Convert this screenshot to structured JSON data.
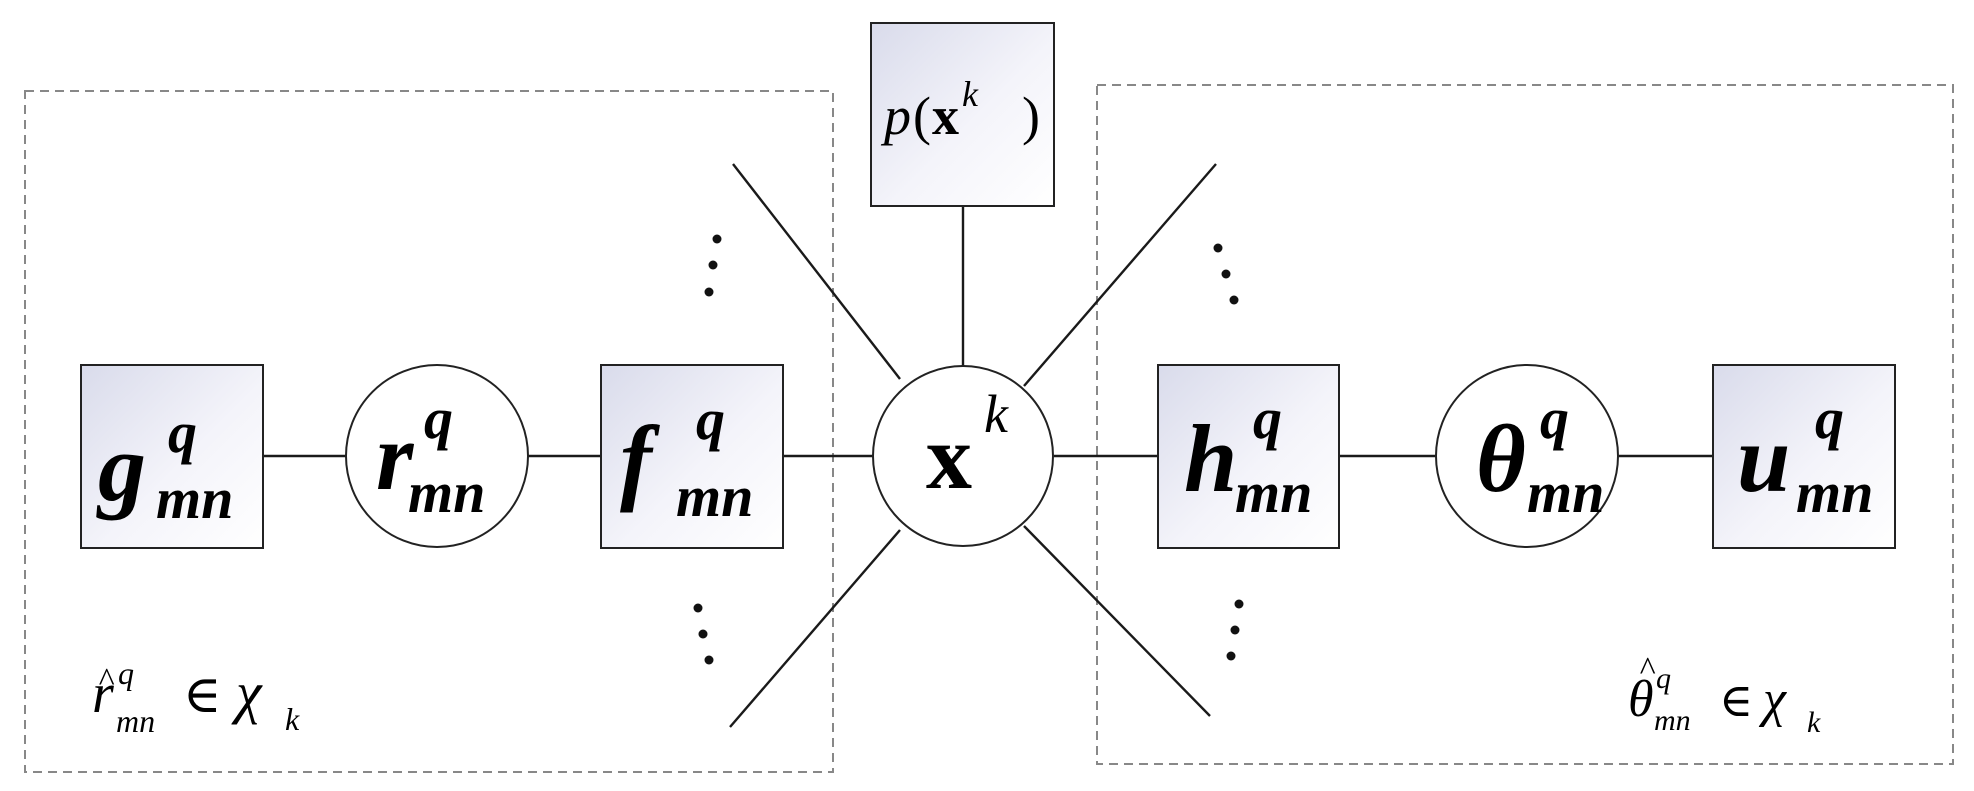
{
  "diagram": {
    "nodes": {
      "g": {
        "symbol": "g",
        "sup": "q",
        "sub": "mn"
      },
      "r": {
        "symbol": "r",
        "sup": "q",
        "sub": "mn"
      },
      "f": {
        "symbol": "f",
        "sup": "q",
        "sub": "mn"
      },
      "x": {
        "symbol": "x",
        "sup": "k"
      },
      "h": {
        "symbol": "h",
        "sup": "q",
        "sub": "mn"
      },
      "theta": {
        "symbol": "θ",
        "sup": "q",
        "sub": "mn"
      },
      "u": {
        "symbol": "u",
        "sup": "q",
        "sub": "mn"
      }
    },
    "prior": {
      "func": "p",
      "open": "(",
      "var": "x",
      "sup": "k",
      "close": ")"
    },
    "left_group": {
      "hat": "^",
      "symbol": "r",
      "sup": "q",
      "sub": "mn",
      "rel": "∈",
      "set": "χ",
      "set_sub": "k"
    },
    "right_group": {
      "hat": "^",
      "symbol": "θ",
      "sup": "q",
      "sub": "mn",
      "rel": "∈",
      "set": "χ",
      "set_sub": "k"
    },
    "ellipsis": "⋮"
  },
  "colors": {
    "line": "#1a1a1a",
    "factor_fill_light": "#ffffff",
    "factor_fill_dark": "#d9dbeb",
    "dashed_border": "#888888"
  }
}
